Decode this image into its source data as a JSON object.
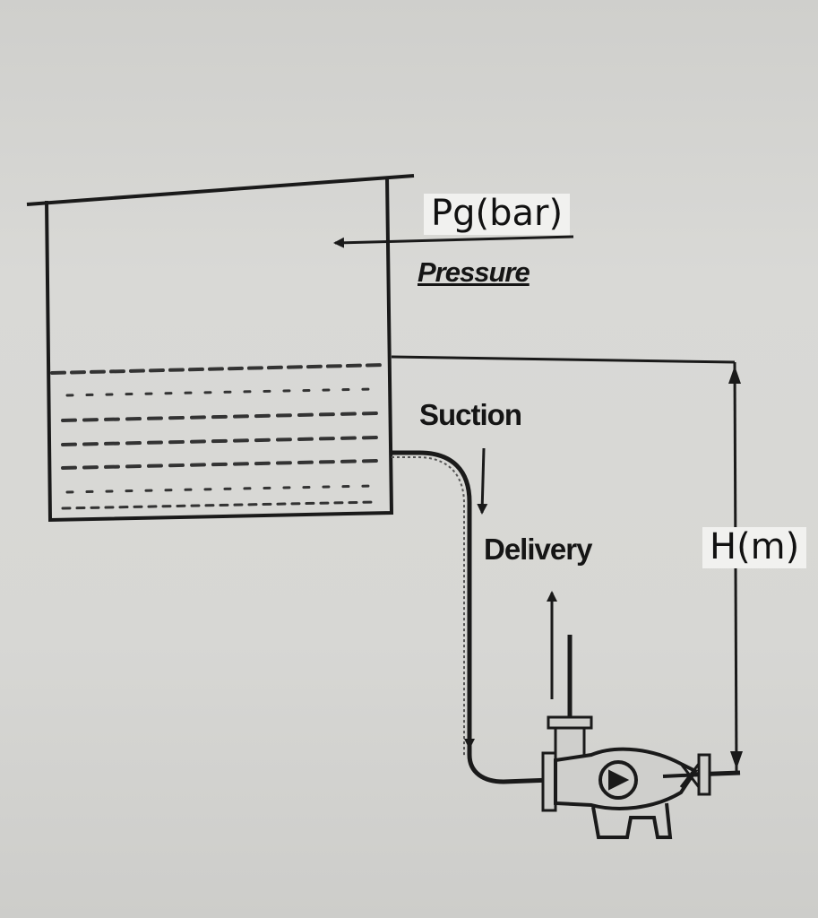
{
  "labels": {
    "gauge_pressure": "Pg(bar)",
    "pressure": "Pressure",
    "suction": "Suction",
    "delivery": "Delivery",
    "head": "H(m)"
  },
  "colors": {
    "ink": "#1a1a1a",
    "paper": "#d6d6d3",
    "label_background": "#f1f1ef"
  }
}
